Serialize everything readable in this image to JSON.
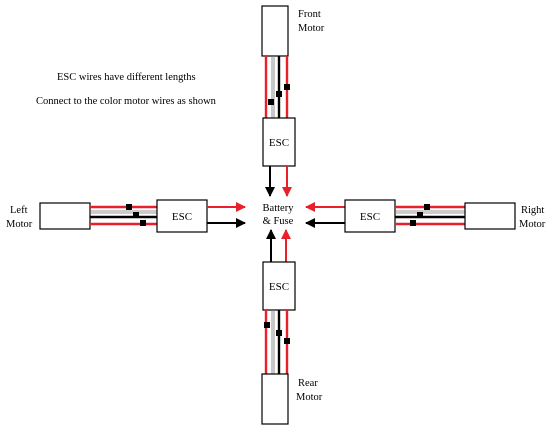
{
  "notes": {
    "line1": "ESC wires have different lengths",
    "line2": "Connect to the color motor wires as shown"
  },
  "center": {
    "line1": "Battery",
    "line2": "& Fuse"
  },
  "motors": {
    "front": {
      "line1": "Front",
      "line2": "Motor"
    },
    "rear": {
      "line1": "Rear",
      "line2": "Motor"
    },
    "left": {
      "line1": "Left",
      "line2": "Motor"
    },
    "right": {
      "line1": "Right",
      "line2": "Motor"
    }
  },
  "esc": {
    "front_label": "ESC",
    "rear_label": "ESC",
    "left_label": "ESC",
    "right_label": "ESC"
  },
  "colors": {
    "positive_wire": "#e8202a",
    "negative_wire": "#000000",
    "signal_wire": "#777777"
  }
}
